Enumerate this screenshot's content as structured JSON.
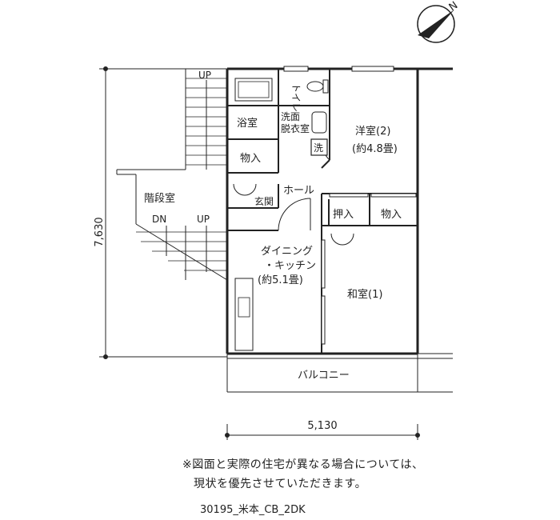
{
  "rooms": {
    "bath": "浴室",
    "toilet": "トイレ",
    "washroom_1": "洗面",
    "washroom_2": "脱衣室",
    "wash_mark": "洗",
    "storage_left": "物入",
    "entrance": "玄関",
    "hall": "ホール",
    "stair_room": "階段室",
    "western_1": "洋室(2)",
    "western_2": "(約4.8畳)",
    "oshiire": "押入",
    "storage_right": "物入",
    "dining_1": "ダイニング",
    "dining_2": "・キッチン",
    "dining_3": "(約5.1畳)",
    "japanese": "和室(1)",
    "balcony": "バルコニー"
  },
  "stairs": {
    "up_top": "UP",
    "dn": "DN",
    "up_bottom": "UP"
  },
  "dimensions": {
    "height": "7,630",
    "width": "5,130"
  },
  "compass": {
    "north": "N"
  },
  "notes": {
    "line1": "※図面と実際の住宅が異なる場合については、",
    "line2": "現状を優先させていただきます。"
  },
  "plan_code": "30195_米本_CB_2DK"
}
